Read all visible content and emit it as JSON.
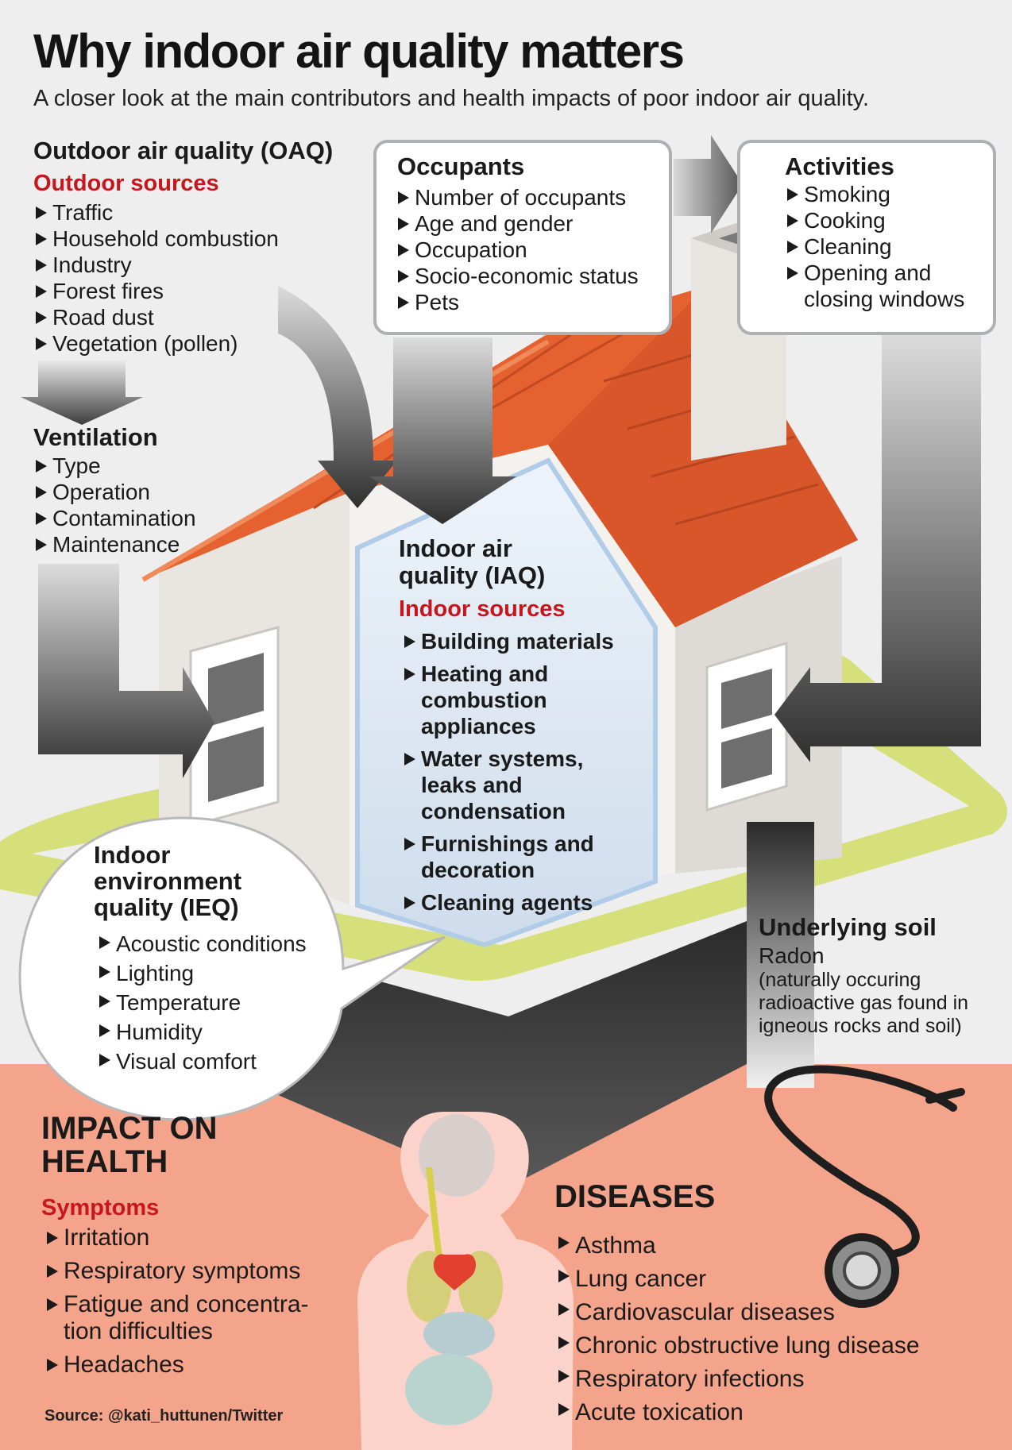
{
  "title": "Why indoor air quality matters",
  "subtitle": "A closer look at the main contributors and health impacts of poor indoor air quality.",
  "outdoor": {
    "heading": "Outdoor air quality (OAQ)",
    "subheading": "Outdoor sources",
    "items": [
      "Traffic",
      "Household combustion",
      "Industry",
      "Forest fires",
      "Road dust",
      "Vegetation (pollen)"
    ]
  },
  "ventilation": {
    "heading": "Ventilation",
    "items": [
      "Type",
      "Operation",
      "Contamination",
      "Maintenance"
    ]
  },
  "occupants": {
    "heading": "Occupants",
    "items": [
      "Number of occupants",
      "Age and gender",
      "Occupation",
      "Socio-economic status",
      "Pets"
    ]
  },
  "activities": {
    "heading": "Activities",
    "items": [
      "Smoking",
      "Cooking",
      "Cleaning",
      "Opening and closing windows"
    ]
  },
  "iaq": {
    "heading": "Indoor air quality (IAQ)",
    "subheading": "Indoor sources",
    "items": [
      "Building materials",
      "Heating and combustion appliances",
      "Water systems, leaks and condensation",
      "Furnishings and decoration",
      "Cleaning agents"
    ]
  },
  "ieq": {
    "heading": "Indoor environment quality (IEQ)",
    "items": [
      "Acoustic conditions",
      "Lighting",
      "Temperature",
      "Humidity",
      "Visual comfort"
    ]
  },
  "soil": {
    "heading": "Underlying soil",
    "line1": "Radon",
    "line2": "(naturally occuring radioactive gas found in igneous rocks and soil)"
  },
  "health": {
    "heading": "IMPACT ON HEALTH",
    "subheading": "Symptoms",
    "items": [
      "Irritation",
      "Respiratory symptoms",
      "Fatigue and concentra-tion difficulties",
      "Headaches"
    ]
  },
  "diseases": {
    "heading": "DISEASES",
    "items": [
      "Asthma",
      "Lung cancer",
      "Cardiovascular diseases",
      "Chronic obstructive lung disease",
      "Respiratory infections",
      "Acute toxication"
    ]
  },
  "source": "Source: @kati_huttunen/Twitter",
  "colors": {
    "roof": "#e5612f",
    "walls": "#e9e6e2",
    "glass": "#d7e6f4",
    "lawn": "#d6e07b",
    "health_bg": "#f4a48a",
    "accent_red": "#c8161d"
  },
  "icons": [
    "stethoscope-icon",
    "human-body-icon",
    "chimney-icon",
    "window-icon"
  ]
}
